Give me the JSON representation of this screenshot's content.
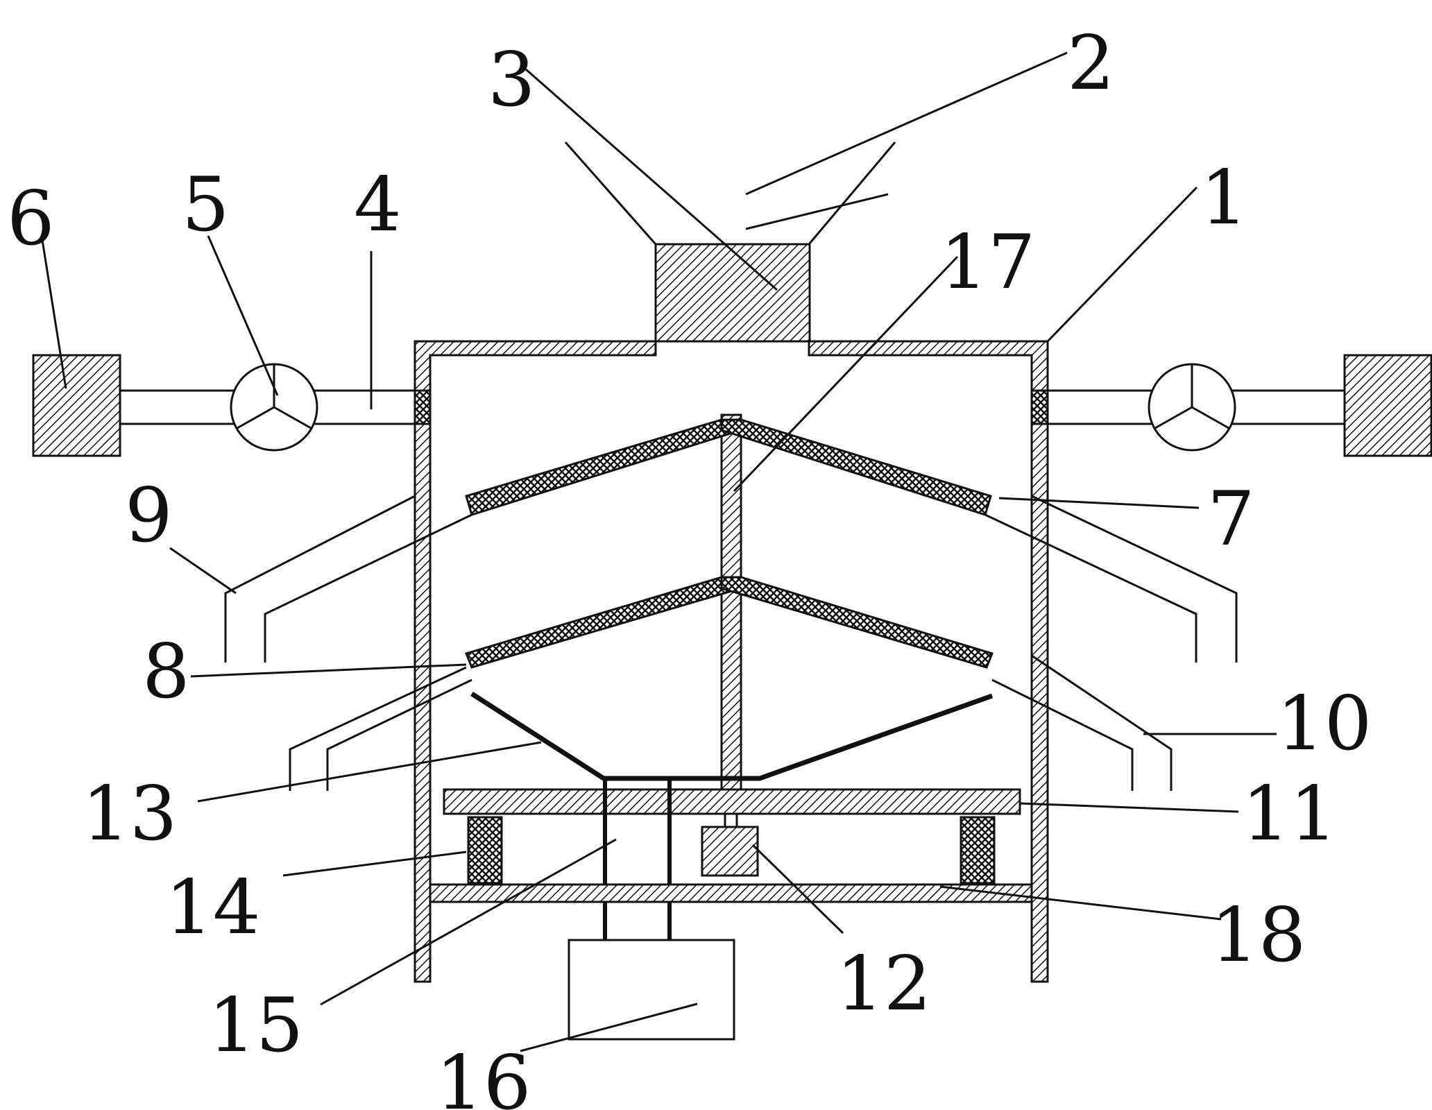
{
  "figure": {
    "labels": [
      {
        "id": "1",
        "text": "1"
      },
      {
        "id": "2",
        "text": "2"
      },
      {
        "id": "3",
        "text": "3"
      },
      {
        "id": "4",
        "text": "4"
      },
      {
        "id": "5",
        "text": "5"
      },
      {
        "id": "6",
        "text": "6"
      },
      {
        "id": "7",
        "text": "7"
      },
      {
        "id": "8",
        "text": "8"
      },
      {
        "id": "9",
        "text": "9"
      },
      {
        "id": "10",
        "text": "10"
      },
      {
        "id": "11",
        "text": "11"
      },
      {
        "id": "12",
        "text": "12"
      },
      {
        "id": "13",
        "text": "13"
      },
      {
        "id": "14",
        "text": "14"
      },
      {
        "id": "15",
        "text": "15"
      },
      {
        "id": "16",
        "text": "16"
      },
      {
        "id": "17",
        "text": "17"
      },
      {
        "id": "18",
        "text": "18"
      }
    ]
  },
  "colors": {
    "ink": "#111111",
    "background": "#ffffff"
  }
}
